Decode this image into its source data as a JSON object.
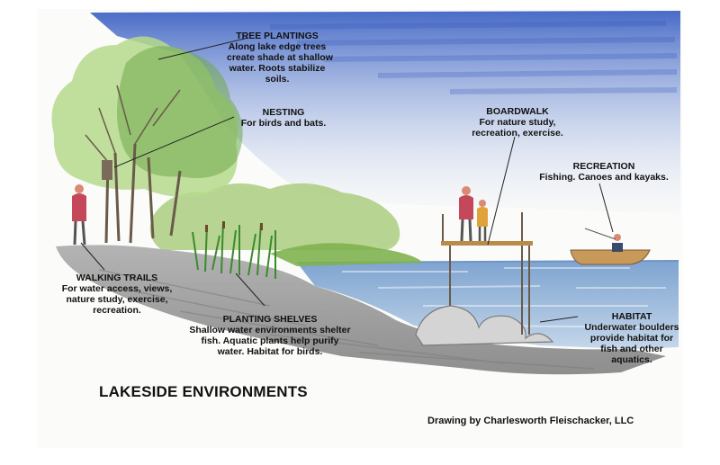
{
  "title": "LAKESIDE ENVIRONMENTS",
  "credit": "Drawing by Charlesworth Fleischacker, LLC",
  "colors": {
    "sky": "#3f63c4",
    "water": "#8fb2d6",
    "foliage": "#9cc56a",
    "foliage_dark": "#4f8f3a",
    "ground": "#a8a8a8",
    "wood": "#b98b4a",
    "figure_red": "#c5485a",
    "figure_yellow": "#e0a33a"
  },
  "labels": {
    "tree_plantings": {
      "heading": "TREE PLANTINGS",
      "lines": [
        "Along lake edge trees",
        "create shade at shallow",
        "water.  Roots stabilize",
        "soils."
      ]
    },
    "nesting": {
      "heading": "NESTING",
      "lines": [
        "For birds and bats."
      ]
    },
    "boardwalk": {
      "heading": "BOARDWALK",
      "lines": [
        "For nature study,",
        "recreation, exercise."
      ]
    },
    "recreation": {
      "heading": "RECREATION",
      "lines": [
        "Fishing.  Canoes and kayaks."
      ]
    },
    "walking_trails": {
      "heading": "WALKING TRAILS",
      "lines": [
        "For water access, views,",
        "nature study, exercise,",
        "recreation."
      ]
    },
    "planting_shelves": {
      "heading": "PLANTING SHELVES",
      "lines": [
        "Shallow water environments shelter",
        "fish.  Aquatic plants help purify",
        "water.  Habitat for birds."
      ]
    },
    "habitat": {
      "heading": "HABITAT",
      "lines": [
        "Underwater boulders",
        "provide habitat for",
        "fish and other",
        "aquatics."
      ]
    }
  }
}
